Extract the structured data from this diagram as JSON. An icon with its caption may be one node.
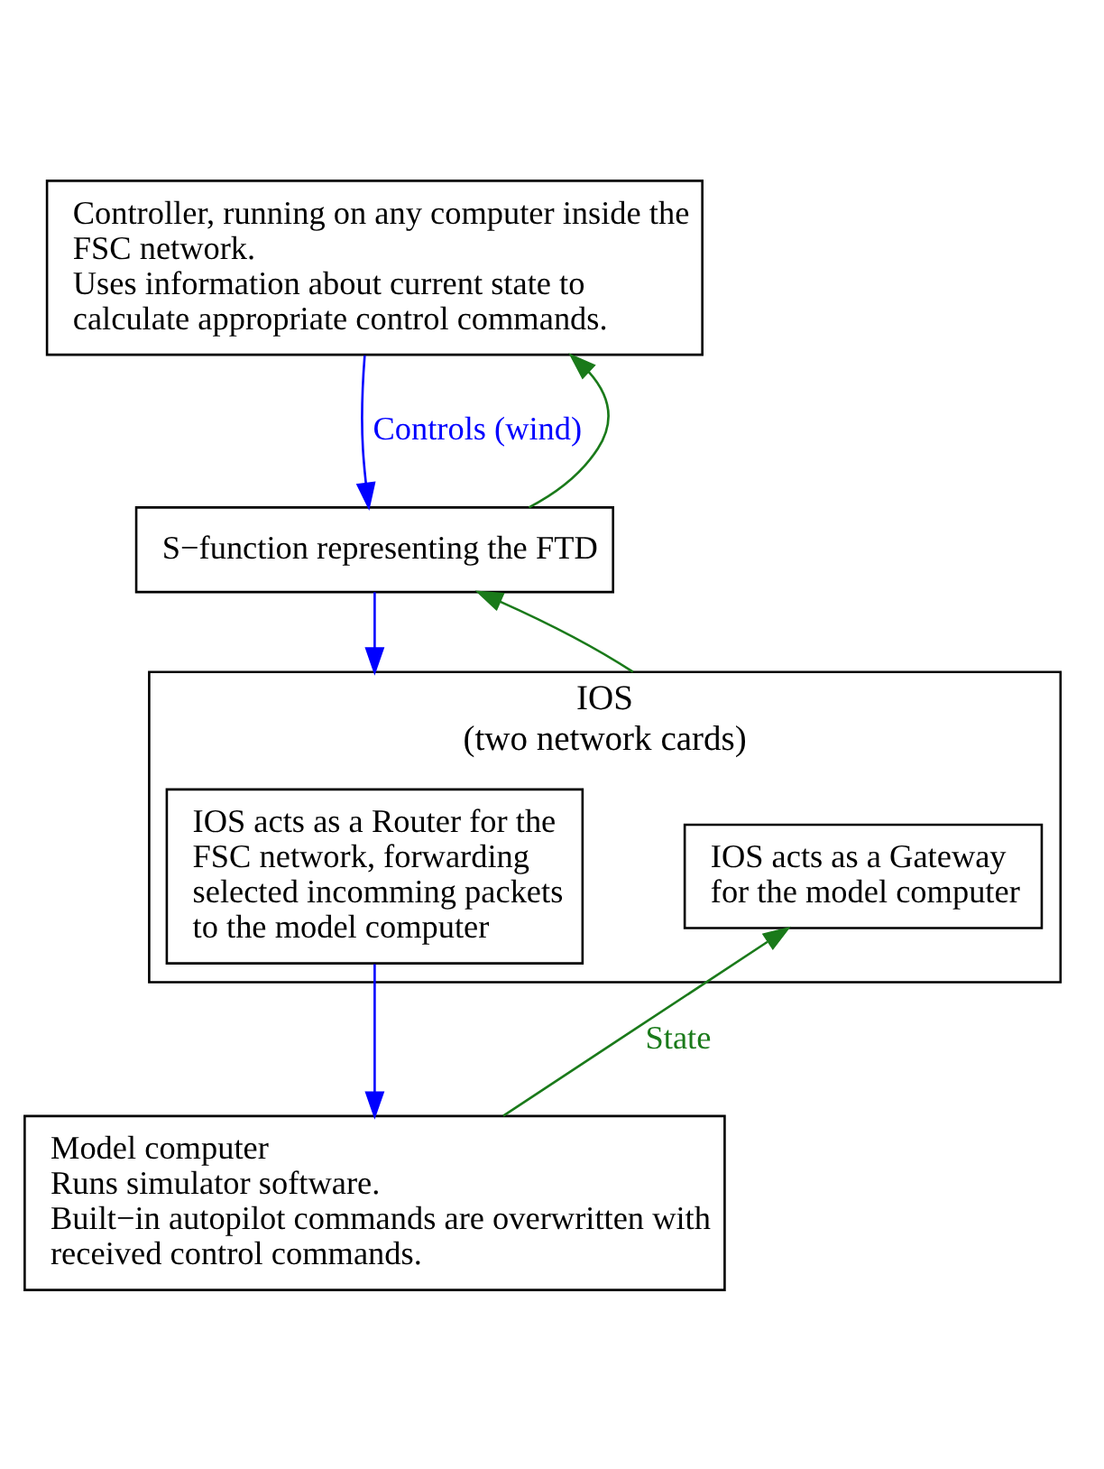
{
  "diagram": {
    "nodes": [
      {
        "text": [
          "Controller, running on any computer inside the FSC network.",
          "Uses information about current state to calculate appropriate control commands."
        ]
      },
      {
        "text": [
          "S−function representing the FTD"
        ]
      },
      {
        "text": [
          "IOS",
          "(two network cards)"
        ]
      },
      {
        "text": [
          "IOS acts as a Gateway for the model computer"
        ],
        "in": 2
      },
      {
        "text": [
          "IOS acts as a Router for the FSC network, forwarding selected incomming packets to the model computer"
        ],
        "in": 2
      },
      {
        "text": [
          "Model computer",
          "Runs simulator software.",
          "Built−in autopilot commands are overwritten with received control commands."
        ]
      }
    ],
    "edges": [
      {
        "from": 0,
        "to": 1,
        "arrow": "to",
        "label": "Controls (wind)",
        "color": "#0000ff"
      },
      {
        "from": 1,
        "to": 0,
        "arrow": "to",
        "color": "#1a7a1a"
      },
      {
        "from": 1,
        "to": 2,
        "arrow": "to",
        "color": "#0000ff"
      },
      {
        "from": 2,
        "to": 1,
        "arrow": "to",
        "color": "#1a7a1a"
      },
      {
        "from": 4,
        "to": 5,
        "arrow": "to",
        "color": "#0000ff"
      },
      {
        "from": 5,
        "to": 3,
        "arrow": "to",
        "label": "State",
        "color": "#1a7a1a"
      }
    ]
  }
}
